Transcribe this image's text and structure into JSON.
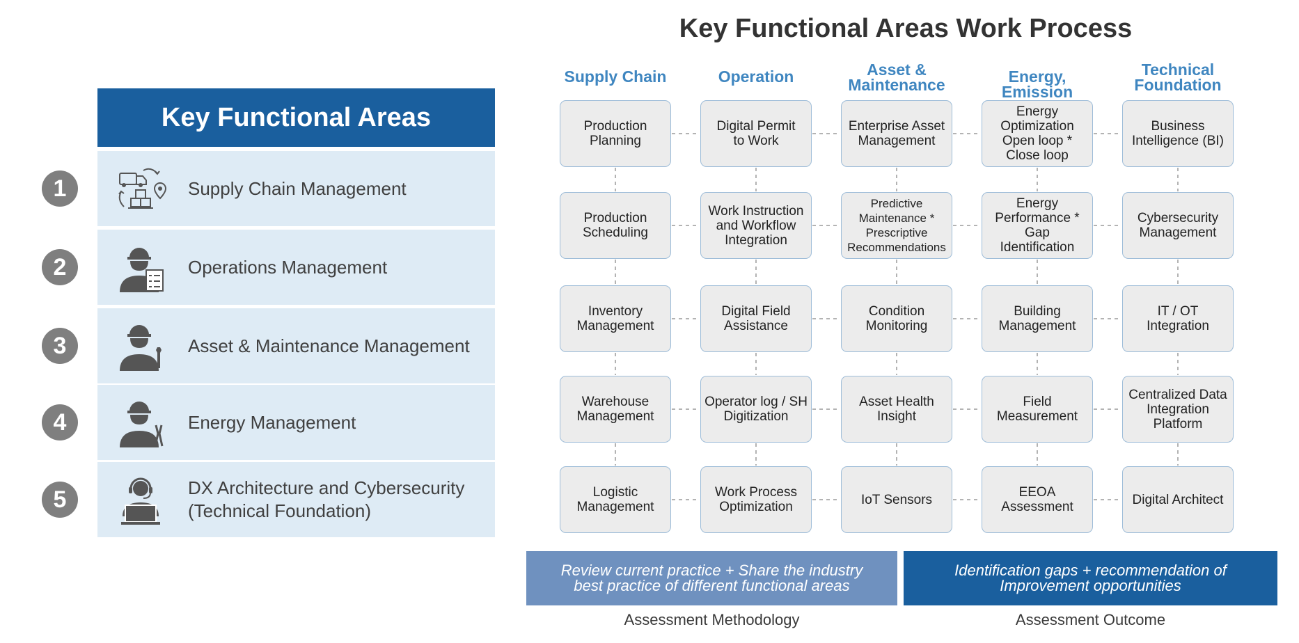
{
  "left_panel": {
    "header": "Key Functional Areas",
    "areas": [
      {
        "number": "1",
        "label": "Supply Chain Management",
        "icon": "supply-chain-icon"
      },
      {
        "number": "2",
        "label": "Operations Management",
        "icon": "worker-checklist-icon"
      },
      {
        "number": "3",
        "label": "Asset & Maintenance Management",
        "icon": "worker-wrench-icon"
      },
      {
        "number": "4",
        "label": "Energy Management",
        "icon": "worker-pliers-icon"
      },
      {
        "number": "5",
        "label_line1": "DX Architecture and Cybersecurity",
        "label_line2": "(Technical Foundation)",
        "icon": "support-laptop-icon"
      }
    ]
  },
  "right_panel": {
    "title": "Key Functional Areas Work Process",
    "columns": [
      {
        "line1": "Supply Chain",
        "line2": ""
      },
      {
        "line1": "Operation",
        "line2": ""
      },
      {
        "line1": "Asset &",
        "line2": "Maintenance"
      },
      {
        "line1": "Energy, Emission",
        "line2": ""
      },
      {
        "line1": "Technical",
        "line2": "Foundation"
      }
    ],
    "rows": [
      [
        [
          "Production",
          "Planning"
        ],
        [
          "Digital Permit",
          "to Work"
        ],
        [
          "Enterprise Asset",
          "Management"
        ],
        [
          "Energy",
          "Optimization",
          "Open loop *",
          "Close loop"
        ],
        [
          "Business",
          "Intelligence (BI)"
        ]
      ],
      [
        [
          "Production",
          "Scheduling"
        ],
        [
          "Work Instruction",
          "and Workflow",
          "Integration"
        ],
        [
          "Predictive",
          "Maintenance *",
          "Prescriptive",
          "Recommendations"
        ],
        [
          "Energy",
          "Performance *",
          "Gap",
          "Identification"
        ],
        [
          "Cybersecurity",
          "Management"
        ]
      ],
      [
        [
          "Inventory",
          "Management"
        ],
        [
          "Digital Field",
          "Assistance"
        ],
        [
          "Condition",
          "Monitoring"
        ],
        [
          "Building",
          "Management"
        ],
        [
          "IT / OT",
          "Integration"
        ]
      ],
      [
        [
          "Warehouse",
          "Management"
        ],
        [
          "Operator log / SH",
          "Digitization"
        ],
        [
          "Asset Health",
          "Insight"
        ],
        [
          "Field",
          "Measurement"
        ],
        [
          "Centralized Data",
          "Integration",
          "Platform"
        ]
      ],
      [
        [
          "Logistic",
          "Management"
        ],
        [
          "Work Process",
          "Optimization"
        ],
        [
          "IoT Sensors"
        ],
        [
          "EEOA",
          "Assessment"
        ],
        [
          "Digital Architect"
        ]
      ]
    ],
    "methodology": {
      "text_line1": "Review current practice + Share the industry",
      "text_line2": "best practice of different functional areas",
      "caption": "Assessment Methodology"
    },
    "outcome": {
      "text_line1": "Identification gaps + recommendation of",
      "text_line2": "Improvement opportunities",
      "caption": "Assessment Outcome"
    }
  },
  "colors": {
    "header_blue": "#1a5f9e",
    "light_blue_row": "#deebf5",
    "column_heading_blue": "#3f86c0",
    "number_circle_gray": "#7f7f7f",
    "box_fill": "#ececec",
    "methodology_band": "#6f91bf"
  }
}
